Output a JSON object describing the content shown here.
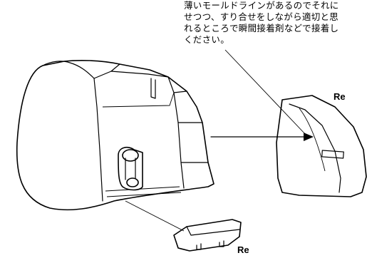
{
  "instruction": {
    "lines": [
      "薄いモールドラインがあるのでそれに",
      "せつつ、すり合せをしながら適切と思",
      "れるところで瞬間接着剤などで接着し",
      "ください。"
    ]
  },
  "labels": {
    "right_part": "Re",
    "bottom_part": "Re"
  },
  "colors": {
    "line": "#000000",
    "background": "#ffffff"
  }
}
